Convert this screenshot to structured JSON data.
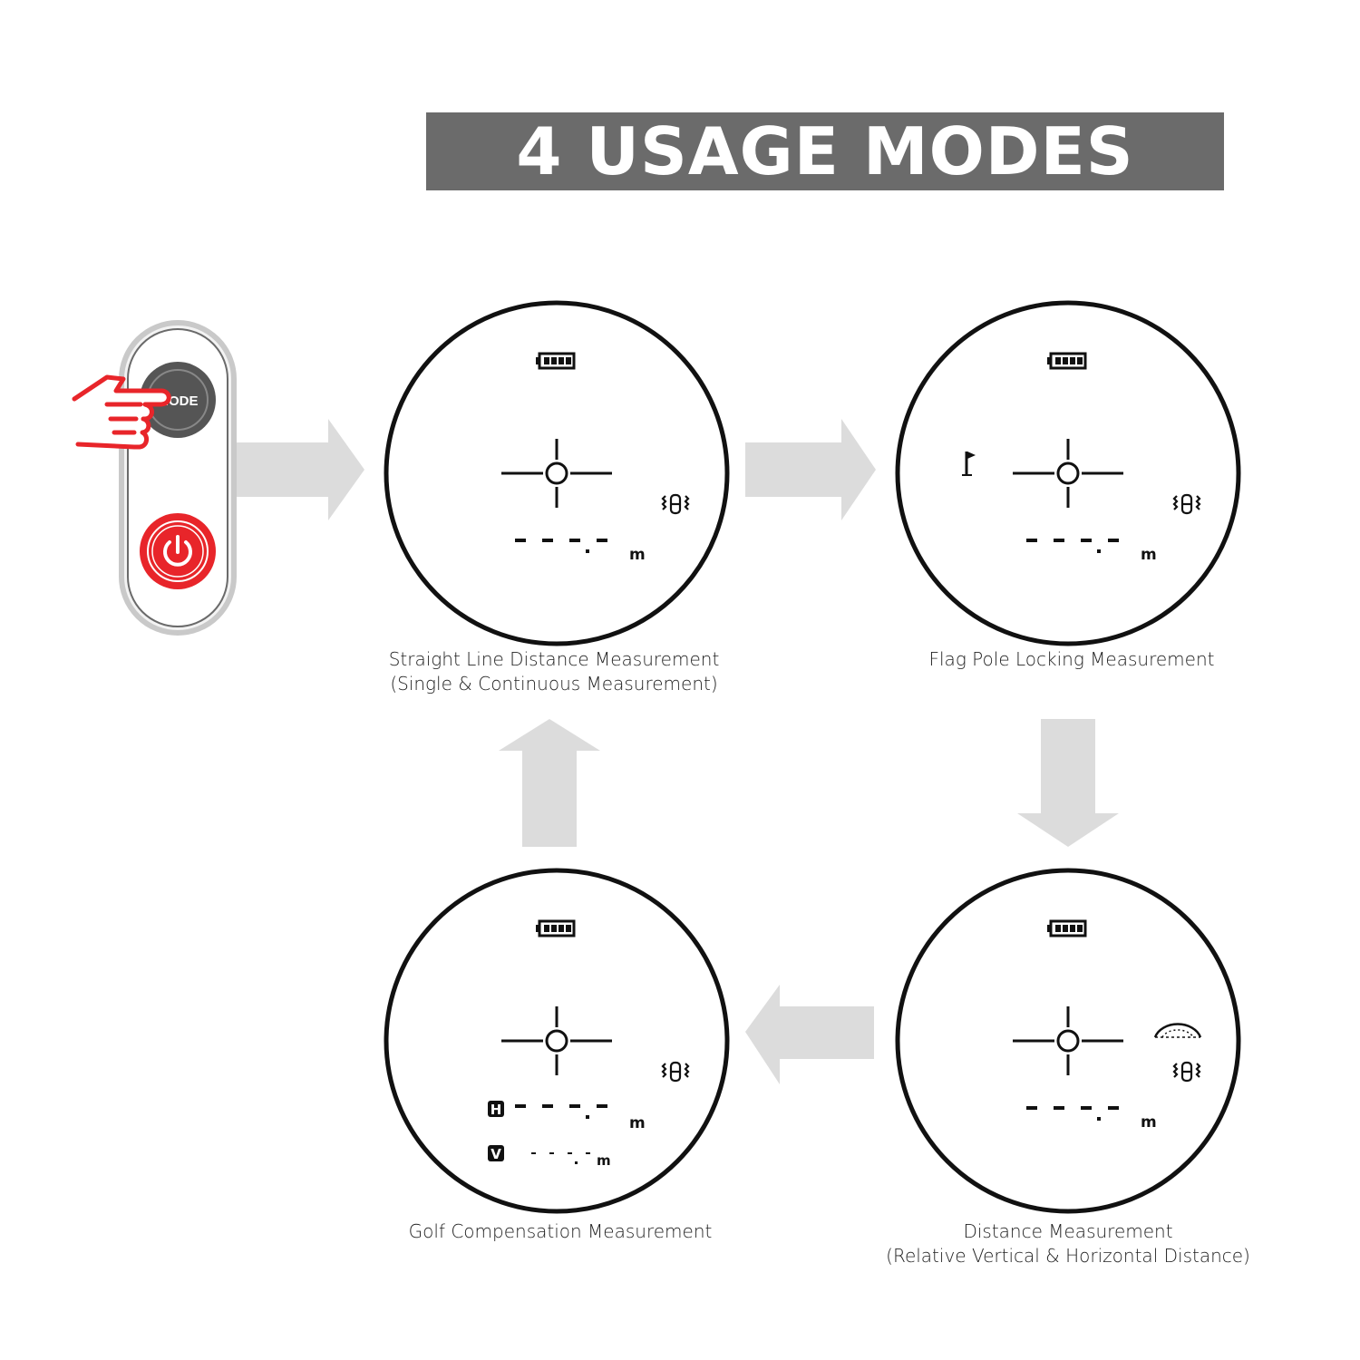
{
  "banner": {
    "title": "4 USAGE MODES"
  },
  "device": {
    "mode_button_label": "MODE"
  },
  "modes": [
    {
      "id": "straight",
      "caption_line1": "Straight Line Distance Measurement",
      "caption_line2": "(Single & Continuous Measurement)",
      "unit": "m"
    },
    {
      "id": "flag",
      "caption_line1": "Flag Pole Locking Measurement",
      "caption_line2": "",
      "unit": "m"
    },
    {
      "id": "distance",
      "caption_line1": "Distance Measurement",
      "caption_line2": "(Relative Vertical & Horizontal Distance)",
      "unit": "m"
    },
    {
      "id": "golf",
      "caption_line1": "Golf Compensation Measurement",
      "caption_line2": "",
      "unit": "m",
      "h_label": "H",
      "v_label": "V",
      "v_unit": "m"
    }
  ],
  "colors": {
    "banner": "#6b6b6b",
    "arrow": "#dcdcdc",
    "power": "#e8252a",
    "hand": "#e8252a",
    "mode_button": "#555555"
  }
}
